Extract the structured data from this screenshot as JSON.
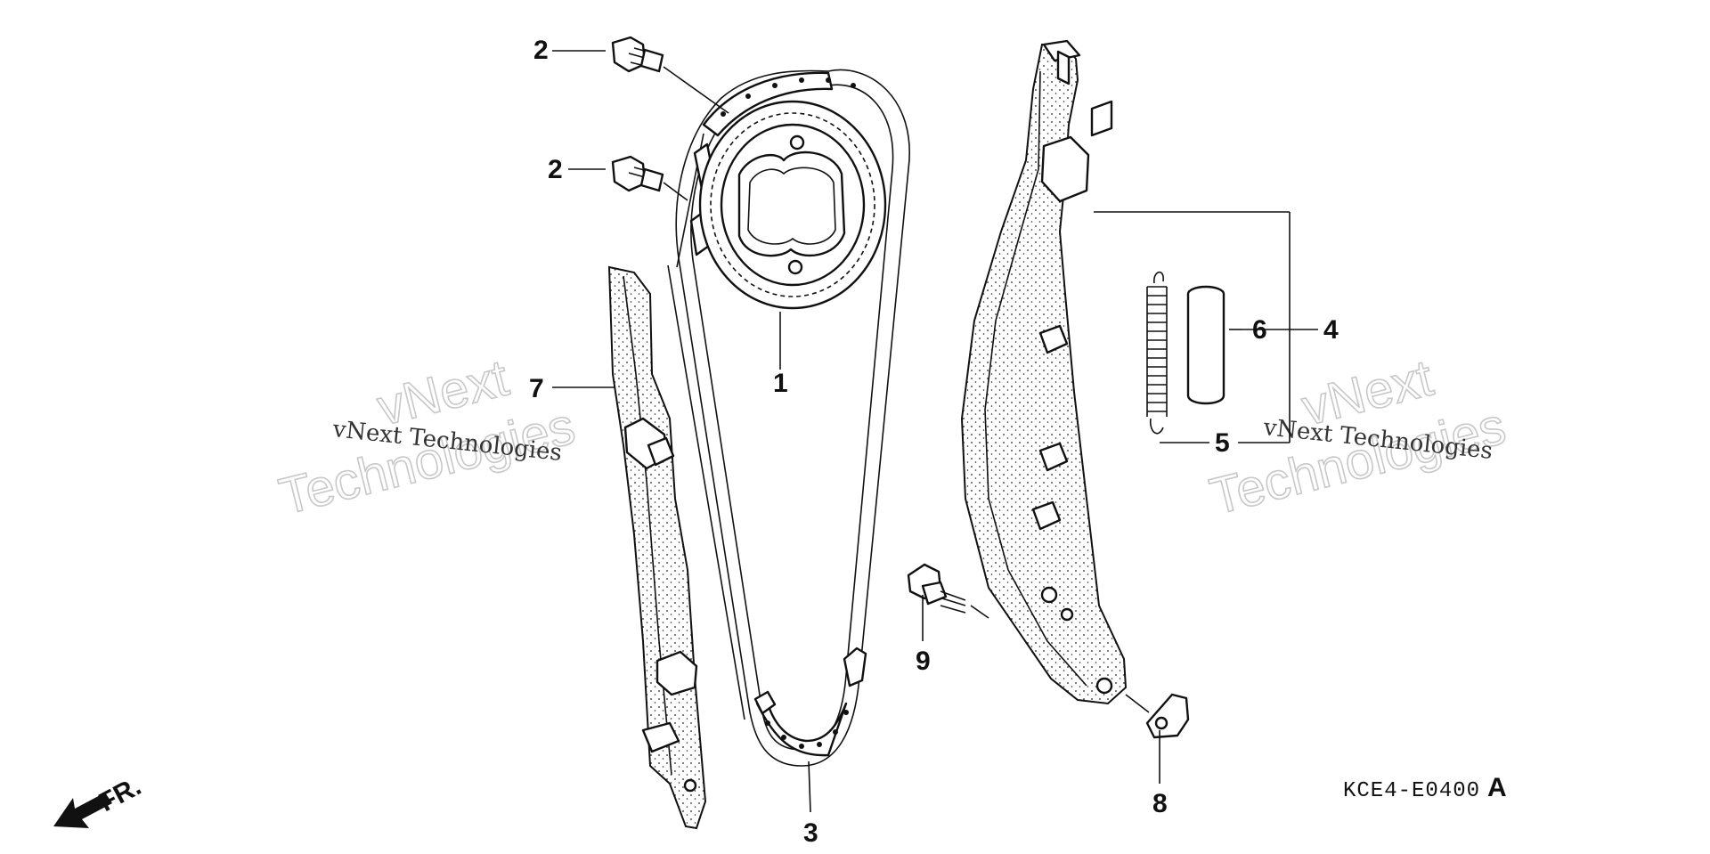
{
  "diagram": {
    "callouts": {
      "c1": "1",
      "c2a": "2",
      "c2b": "2",
      "c3": "3",
      "c4": "4",
      "c5": "5",
      "c6": "6",
      "c7": "7",
      "c8": "8",
      "c9": "9"
    },
    "drawing_code": "KCE4-E0400",
    "drawing_code_suffix": "A",
    "front_arrow_label": "FR.",
    "watermark": {
      "small_line": "vNext Technologies",
      "big_line_1": "vNext",
      "big_line_2": "Technologies"
    }
  },
  "colors": {
    "ink": "#111111",
    "paper": "#ffffff",
    "watermark_outline": "#c8c8c8"
  }
}
